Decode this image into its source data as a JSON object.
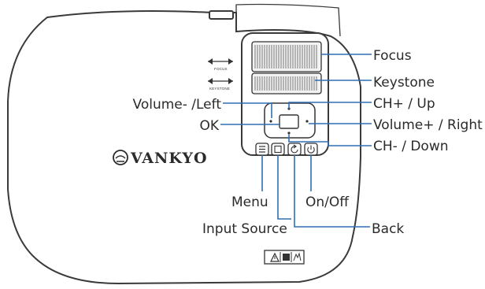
{
  "brand": {
    "name": "VANKYO"
  },
  "indicators": {
    "focus_label": "FOCUS",
    "keystone_label": "KEYSTONE"
  },
  "callouts": {
    "focus": "Focus",
    "keystone": "Keystone",
    "volume_left": "Volume- /Left",
    "ch_up": "CH+ / Up",
    "ok": "OK",
    "volume_right": "Volume+ / Right",
    "ch_down": "CH- / Down",
    "menu": "Menu",
    "on_off": "On/Off",
    "input_source": "Input Source",
    "back": "Back"
  },
  "colors": {
    "leader_line": "#2f6fb3",
    "outline": "#3a3a3a"
  },
  "icons": [
    "projector-logo-icon",
    "menu-icon",
    "input-source-icon",
    "back-icon",
    "power-icon",
    "warning-icon",
    "laser-warning-icon",
    "no-touch-icon"
  ]
}
